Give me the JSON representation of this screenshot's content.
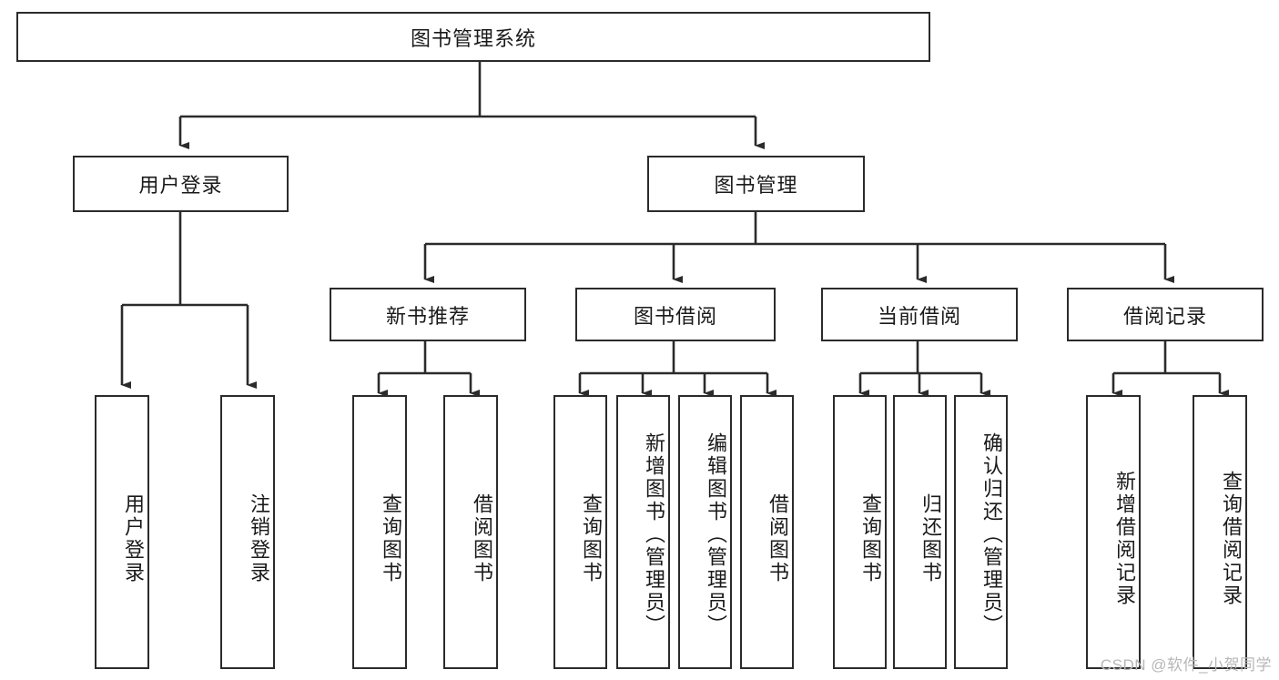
{
  "diagram": {
    "title": "图书管理系统",
    "type": "tree-hierarchy",
    "root": {
      "label": "图书管理系统"
    },
    "level1": [
      {
        "label": "用户登录"
      },
      {
        "label": "图书管理"
      }
    ],
    "level2": [
      {
        "label": "新书推荐"
      },
      {
        "label": "图书借阅"
      },
      {
        "label": "当前借阅"
      },
      {
        "label": "借阅记录"
      }
    ],
    "leaves": {
      "user_login": [
        {
          "label": "用户登录"
        },
        {
          "label": "注销登录"
        }
      ],
      "new_book_recommend": [
        {
          "label": "查询图书"
        },
        {
          "label": "借阅图书"
        }
      ],
      "book_borrow": [
        {
          "label": "查询图书"
        },
        {
          "label": "新增图书（管理员）"
        },
        {
          "label": "编辑图书（管理员）"
        },
        {
          "label": "借阅图书"
        }
      ],
      "current_borrow": [
        {
          "label": "查询图书"
        },
        {
          "label": "归还图书"
        },
        {
          "label": "确认归还（管理员）"
        }
      ],
      "borrow_record": [
        {
          "label": "新增借阅记录"
        },
        {
          "label": "查询借阅记录"
        }
      ]
    }
  },
  "watermark": {
    "text": "CSDN @软件_小贺同学"
  },
  "colors": {
    "stroke": "#2b2b2b",
    "background": "#ffffff",
    "text": "#1a1a1a",
    "watermark": "#b7b7b7"
  }
}
